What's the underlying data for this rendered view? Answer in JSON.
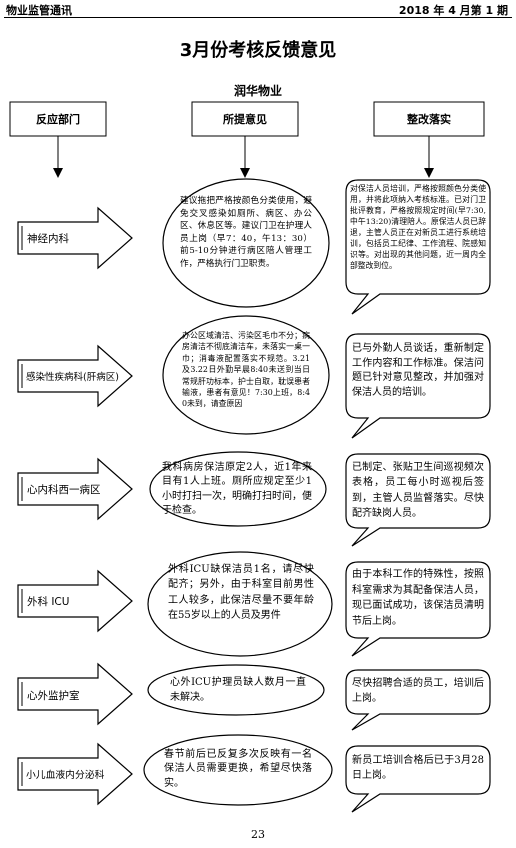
{
  "header": {
    "publication": "物业监管通讯",
    "issue": "2018 年 4 月第 1 期"
  },
  "title": "3月份考核反馈意见",
  "company": "润华物业",
  "columns": {
    "department": "反应部门",
    "opinion": "所提意见",
    "action": "整改落实"
  },
  "rows": [
    {
      "department": "神经内科",
      "opinion": "建议拖把严格按颜色分类使用，避免交叉感染如厕所、病区、办公区、休息区等。建议门卫在护理人员上岗（早7：40，午13：30）前5-10分钟进行病区陪人管理工作，严格执行门卫职责。",
      "action": "对保洁人员培训，严格按照颜色分类使用，并将此项纳入考核标准。已对门卫批评教育，严格按照规定时间(早7:30,中午13:20)清理陪人。原保洁人员已辞退，主管人员正在对新员工进行系统培训，包括员工纪律、工作流程、院感知识等。对出现的其他问题，近一周内全部整改到位。"
    },
    {
      "department": "感染性疾病科(肝病区)",
      "opinion": "办公区域清洁、污染区毛巾不分；病房清洁不彻底清洁车，未落实一桌一巾；消毒液配置落实不规范。3.21及3.22日外勤早晨8:40未送到当日常规肝功标本，护士自取，耽误患者输液，患者有意见！7:30上班，8:40未到，请查原因",
      "action": "已与外勤人员谈话，重新制定工作内容和工作标准。保洁问题已针对意见整改，并加强对保洁人员的培训。"
    },
    {
      "department": "心内科西一病区",
      "opinion": "我科病房保洁原定2人，近1年来目有1人上班。厕所应规定至少1小时打扫一次，明确打扫时间，便于检查。",
      "action": "已制定、张贴卫生间巡视频次表格，员工每小时巡视后签到，主管人员监督落实。尽快配齐缺岗人员。"
    },
    {
      "department": "外科 ICU",
      "opinion": "外科ICU缺保洁员1名，请尽快配齐；另外，由于科室目前男性工人较多，此保洁尽量不要年龄在55岁以上的人员及男件",
      "action": "由于本科工作的特殊性，按照科室需求为其配备保洁人员，现已面试成功，该保洁员清明节后上岗。"
    },
    {
      "department": "心外监护室",
      "opinion": "心外ICU护理员缺人数月一直未解决。",
      "action": "尽快招聘合适的员工，培训后上岗。"
    },
    {
      "department": "小儿血液内分泌科",
      "opinion": "春节前后已反复多次反映有一名保洁人员需要更换，希望尽快落实。",
      "action": "新员工培训合格后已于3月28日上岗。"
    }
  ],
  "page_number": "23"
}
